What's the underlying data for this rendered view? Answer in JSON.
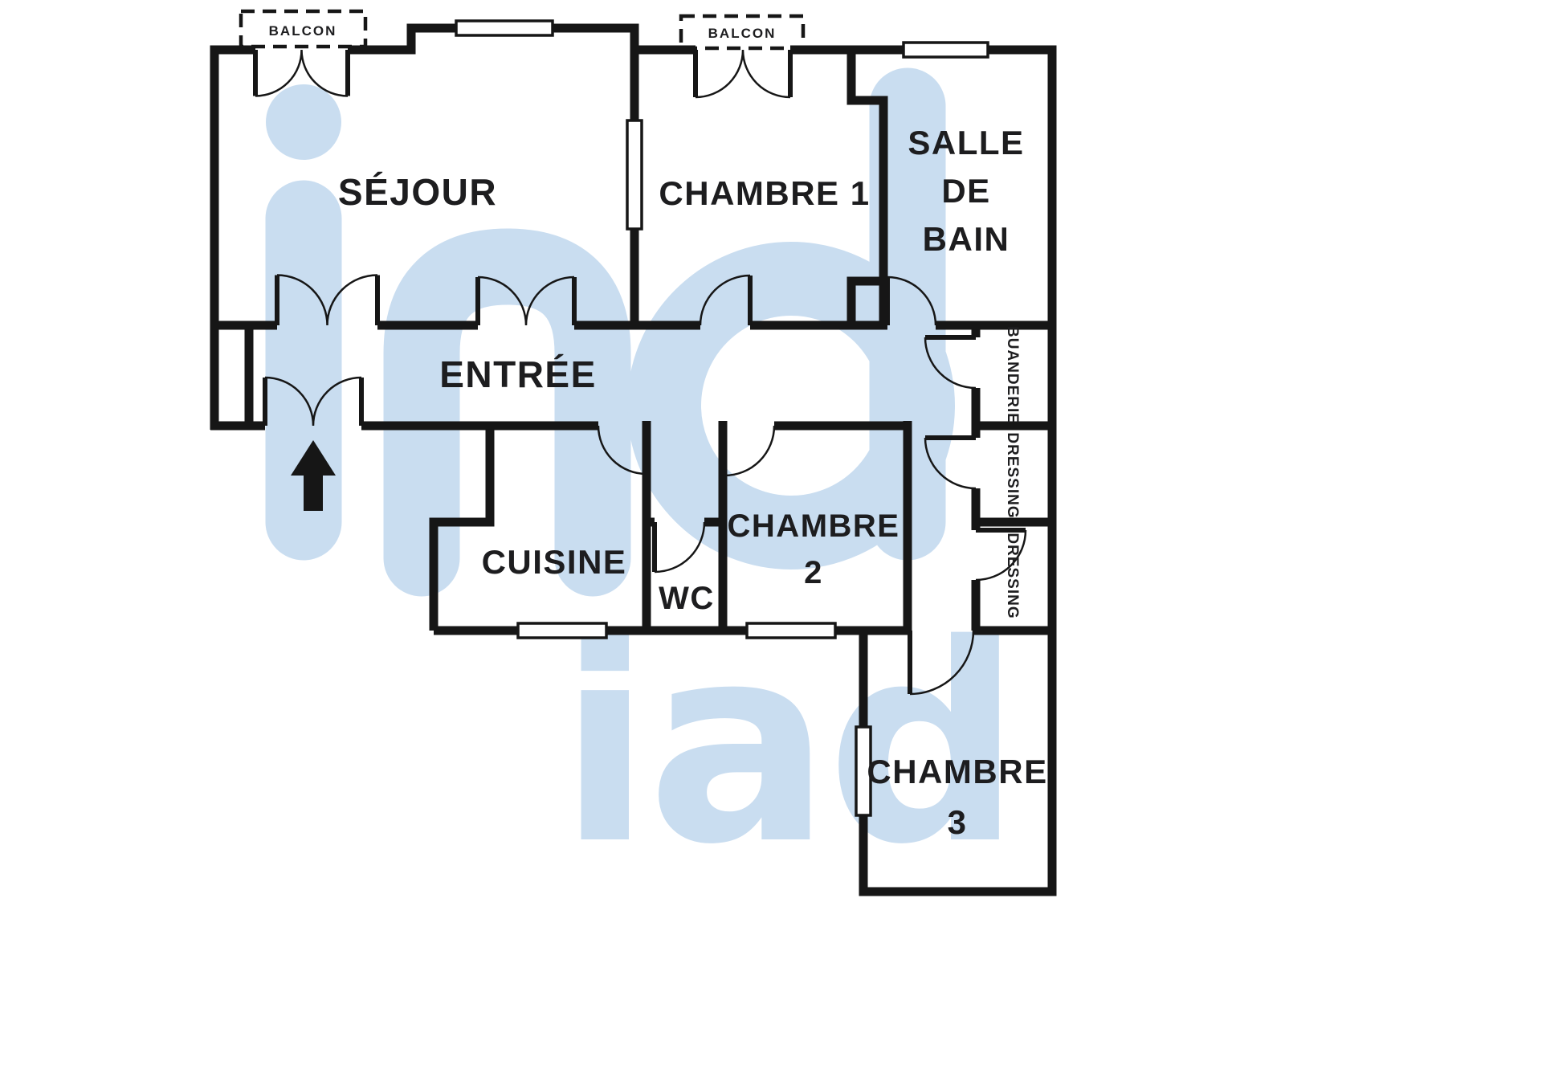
{
  "colors": {
    "wall": "#161616",
    "background": "#ffffff",
    "watermark": "#c9ddf0"
  },
  "watermark": {
    "brand": "iad"
  },
  "balconies": {
    "left": "BALCON",
    "right": "BALCON"
  },
  "rooms": {
    "sejour": "SÉJOUR",
    "chambre1": "CHAMBRE 1",
    "salle_de_bain": {
      "l1": "SALLE",
      "l2": "DE",
      "l3": "BAIN"
    },
    "entree": "ENTRÉE",
    "cuisine": "CUISINE",
    "wc": "WC",
    "chambre2": {
      "l1": "CHAMBRE",
      "l2": "2"
    },
    "buanderie": "BUANDERIE",
    "dressing_top": "DRESSING",
    "dressing_bottom": "DRESSING",
    "chambre3": {
      "l1": "CHAMBRE",
      "l2": "3"
    }
  }
}
